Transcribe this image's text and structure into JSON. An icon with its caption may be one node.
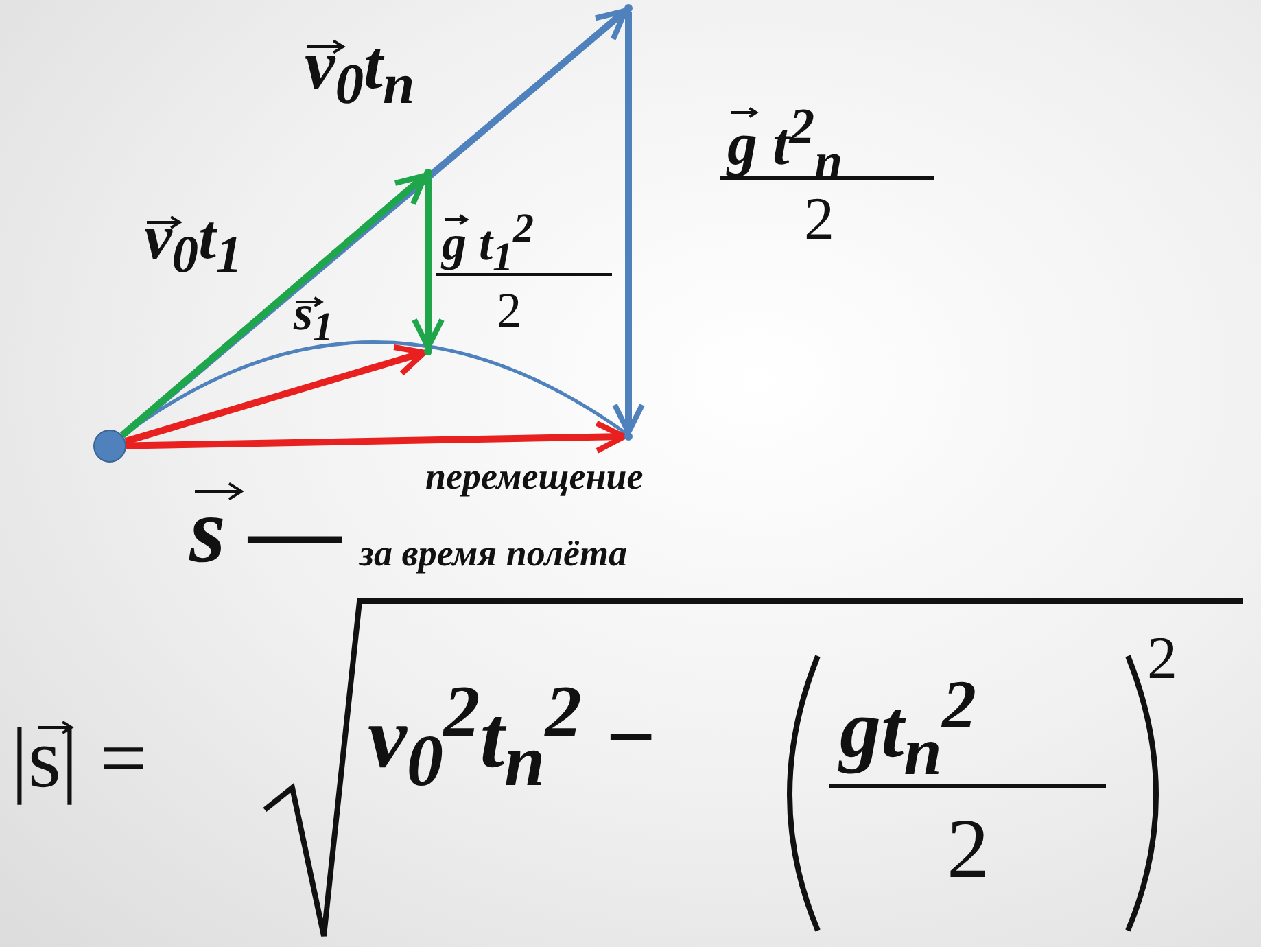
{
  "diagram": {
    "nodes": [
      {
        "text": [],
        "shape": "circle"
      },
      {
        "text": [],
        "shape": "point"
      },
      {
        "text": [],
        "shape": "point"
      },
      {
        "text": [],
        "shape": "point"
      },
      {
        "text": [],
        "shape": "point"
      }
    ],
    "edges": [
      {
        "from": 0,
        "to": 2,
        "arrow": "to",
        "color": "#4f81bd",
        "label": "v$_{0}$t$_{n}$"
      },
      {
        "from": 0,
        "to": 1,
        "arrow": "to",
        "color": "#1fa64a",
        "label": "v$_{0}$t$_{1}$"
      },
      {
        "from": 1,
        "to": 3,
        "arrow": "to",
        "color": "#1fa64a"
      },
      {
        "from": 2,
        "to": 4,
        "arrow": "to",
        "color": "#4f81bd"
      },
      {
        "from": 0,
        "to": 3,
        "arrow": "to",
        "color": "#e8201f",
        "label": "s$_{1}$"
      },
      {
        "from": 0,
        "to": 4,
        "arrow": "to",
        "color": "#e8201f"
      },
      {
        "from": 0,
        "to": 4,
        "arrow": "none",
        "color": "#4f81bd"
      }
    ],
    "labels": [
      "g t$^{2}$$_{n}$",
      "2",
      "g t$_{1}$$^{2}$",
      "2",
      "s —",
      "перемещение",
      "за время полёта",
      "|s| =",
      "v$_{0}$$^{2}$t$_{n}$$^{2}$ −",
      "gt$_{n}$$^{2}$",
      "2",
      "2"
    ]
  }
}
